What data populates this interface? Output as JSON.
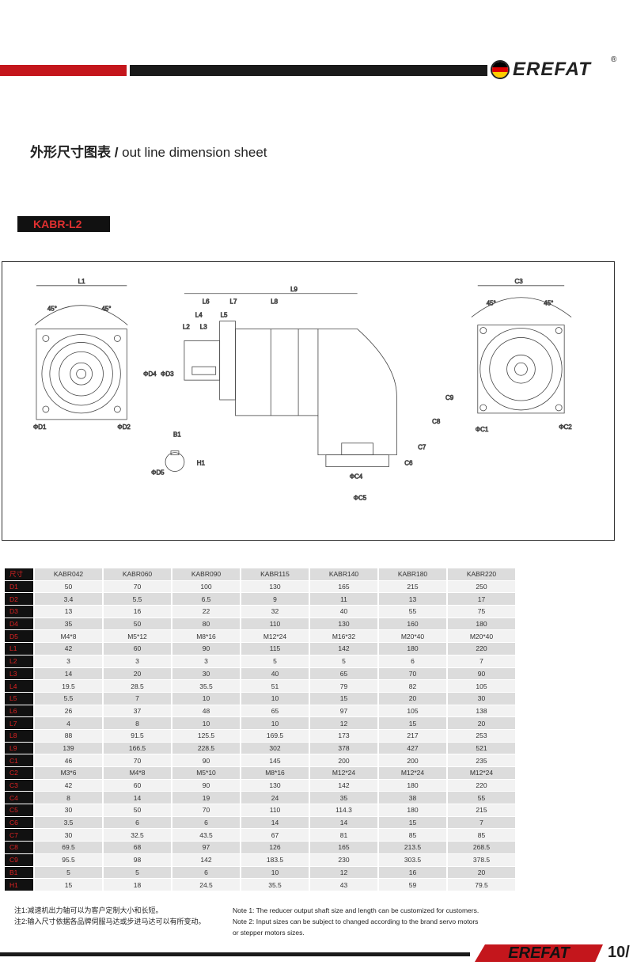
{
  "brand": {
    "name": "EREFAT",
    "reg": "®",
    "flag_colors": [
      "#000000",
      "#dd0000",
      "#ffce00"
    ],
    "accent": "#c4161c"
  },
  "title": {
    "cn": "外形尺寸图表",
    "sep": " / ",
    "en": "out line dimension sheet"
  },
  "model_tag": "KABR-L2",
  "drawing_labels": {
    "L1": "L1",
    "L2": "L2",
    "L3": "L3",
    "L4": "L4",
    "L5": "L5",
    "L6": "L6",
    "L7": "L7",
    "L8": "L8",
    "L9": "L9",
    "C1": "ΦC1",
    "C2": "ΦC2",
    "C3": "C3",
    "C4": "ΦC4",
    "C5": "ΦC5",
    "C6": "C6",
    "C7": "C7",
    "C8": "C8",
    "C9": "C9",
    "D1": "ΦD1",
    "D2": "ΦD2",
    "D3": "ΦD3",
    "D4": "ΦD4",
    "D5": "ΦD5",
    "B1": "B1",
    "H1": "H1",
    "a1": "45°",
    "a2": "45°",
    "a3": "45°",
    "a4": "45°"
  },
  "table": {
    "corner": "尺寸",
    "columns": [
      "KABR042",
      "KABR060",
      "KABR090",
      "KABR115",
      "KABR140",
      "KABR180",
      "KABR220"
    ],
    "rows": [
      {
        "k": "D1",
        "v": [
          "50",
          "70",
          "100",
          "130",
          "165",
          "215",
          "250"
        ]
      },
      {
        "k": "D2",
        "v": [
          "3.4",
          "5.5",
          "6.5",
          "9",
          "11",
          "13",
          "17"
        ]
      },
      {
        "k": "D3",
        "v": [
          "13",
          "16",
          "22",
          "32",
          "40",
          "55",
          "75"
        ]
      },
      {
        "k": "D4",
        "v": [
          "35",
          "50",
          "80",
          "110",
          "130",
          "160",
          "180"
        ]
      },
      {
        "k": "D5",
        "v": [
          "M4*8",
          "M5*12",
          "M8*16",
          "M12*24",
          "M16*32",
          "M20*40",
          "M20*40"
        ]
      },
      {
        "k": "L1",
        "v": [
          "42",
          "60",
          "90",
          "115",
          "142",
          "180",
          "220"
        ]
      },
      {
        "k": "L2",
        "v": [
          "3",
          "3",
          "3",
          "5",
          "5",
          "6",
          "7"
        ]
      },
      {
        "k": "L3",
        "v": [
          "14",
          "20",
          "30",
          "40",
          "65",
          "70",
          "90"
        ]
      },
      {
        "k": "L4",
        "v": [
          "19.5",
          "28.5",
          "35.5",
          "51",
          "79",
          "82",
          "105"
        ]
      },
      {
        "k": "L5",
        "v": [
          "5.5",
          "7",
          "10",
          "10",
          "15",
          "20",
          "30"
        ]
      },
      {
        "k": "L6",
        "v": [
          "26",
          "37",
          "48",
          "65",
          "97",
          "105",
          "138"
        ]
      },
      {
        "k": "L7",
        "v": [
          "4",
          "8",
          "10",
          "10",
          "12",
          "15",
          "20"
        ]
      },
      {
        "k": "L8",
        "v": [
          "88",
          "91.5",
          "125.5",
          "169.5",
          "173",
          "217",
          "253"
        ]
      },
      {
        "k": "L9",
        "v": [
          "139",
          "166.5",
          "228.5",
          "302",
          "378",
          "427",
          "521"
        ]
      },
      {
        "k": "C1",
        "v": [
          "46",
          "70",
          "90",
          "145",
          "200",
          "200",
          "235"
        ]
      },
      {
        "k": "C2",
        "v": [
          "M3*6",
          "M4*8",
          "M5*10",
          "M8*16",
          "M12*24",
          "M12*24",
          "M12*24"
        ]
      },
      {
        "k": "C3",
        "v": [
          "42",
          "60",
          "90",
          "130",
          "142",
          "180",
          "220"
        ]
      },
      {
        "k": "C4",
        "v": [
          "8",
          "14",
          "19",
          "24",
          "35",
          "38",
          "55"
        ]
      },
      {
        "k": "C5",
        "v": [
          "30",
          "50",
          "70",
          "110",
          "114.3",
          "180",
          "215"
        ]
      },
      {
        "k": "C6",
        "v": [
          "3.5",
          "6",
          "6",
          "14",
          "14",
          "15",
          "7"
        ]
      },
      {
        "k": "C7",
        "v": [
          "30",
          "32.5",
          "43.5",
          "67",
          "81",
          "85",
          "85"
        ]
      },
      {
        "k": "C8",
        "v": [
          "69.5",
          "68",
          "97",
          "126",
          "165",
          "213.5",
          "268.5"
        ]
      },
      {
        "k": "C9",
        "v": [
          "95.5",
          "98",
          "142",
          "183.5",
          "230",
          "303.5",
          "378.5"
        ]
      },
      {
        "k": "B1",
        "v": [
          "5",
          "5",
          "6",
          "10",
          "12",
          "16",
          "20"
        ]
      },
      {
        "k": "H1",
        "v": [
          "15",
          "18",
          "24.5",
          "35.5",
          "43",
          "59",
          "79.5"
        ]
      }
    ]
  },
  "notes": {
    "cn": [
      "注1:减速机出力轴可以为客户定制大小和长短。",
      "注2:输入尺寸依据各品牌伺服马达或步进马达可以有所变动。"
    ],
    "en": [
      "Note 1: The reducer output shaft size and length can be customized for customers.",
      "Note 2: Input sizes can be subject to changed according to the brand servo motors",
      "or stepper motors sizes."
    ]
  },
  "page_number": "10/"
}
